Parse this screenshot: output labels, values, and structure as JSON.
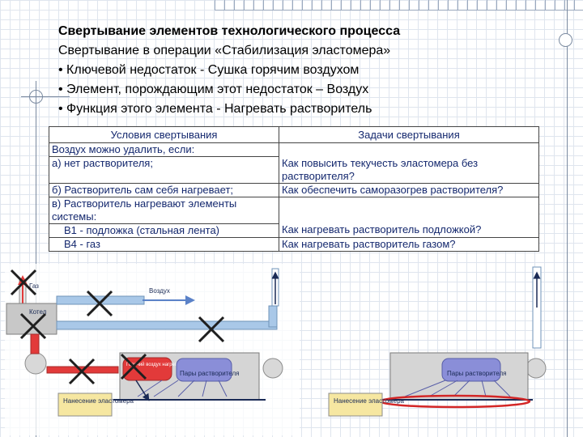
{
  "header": {
    "title": "Свертывание элементов технологического процесса",
    "subtitle": "Свертывание в операции «Стабилизация эластомера»",
    "bullets": [
      "• Ключевой недостаток - Сушка горячим воздухом",
      "• Элемент, порождающим этот недостаток – Воздух",
      "• Функция этого элемента - Нагревать растворитель"
    ]
  },
  "table": {
    "headers": [
      "Условия свертывания",
      "Задачи свертывания"
    ],
    "rows": [
      {
        "left": "Воздух можно удалить, если:",
        "right": ""
      },
      {
        "left": "а) нет растворителя;",
        "right": "Как повысить текучесть эластомера без растворителя?"
      },
      {
        "left": "б) Растворитель сам себя нагревает;",
        "right": "Как обеспечить саморазогрев растворителя?"
      },
      {
        "left": "в) Растворитель нагревают элементы системы:",
        "right": ""
      },
      {
        "left": "В1 - подложка (стальная лента)",
        "right": "Как нагревать растворитель подложкой?"
      },
      {
        "left": "В4 - газ",
        "right": "Как нагревать растворитель газом?"
      }
    ]
  },
  "diagram": {
    "left": {
      "gas_label": "Газ",
      "boiler_label": "Котел",
      "air_label": "Воздух",
      "hot_air_label": "Горячий воздух нагревает растворитель",
      "vapors_label": "Пары растворителя",
      "applying_label": "Нанесение эластомера"
    },
    "right": {
      "vapors_label": "Пары растворителя",
      "applying_label": "Нанесение эластомера"
    },
    "colors": {
      "pipe": "#a9c8e8",
      "pipe_stroke": "#6f93b8",
      "hot": "#e23a3a",
      "cross": "#1f1f1f",
      "vapor": "#8a8ed8",
      "chamber": "#d5d5d5",
      "applicator": "#f6e7a1"
    }
  }
}
